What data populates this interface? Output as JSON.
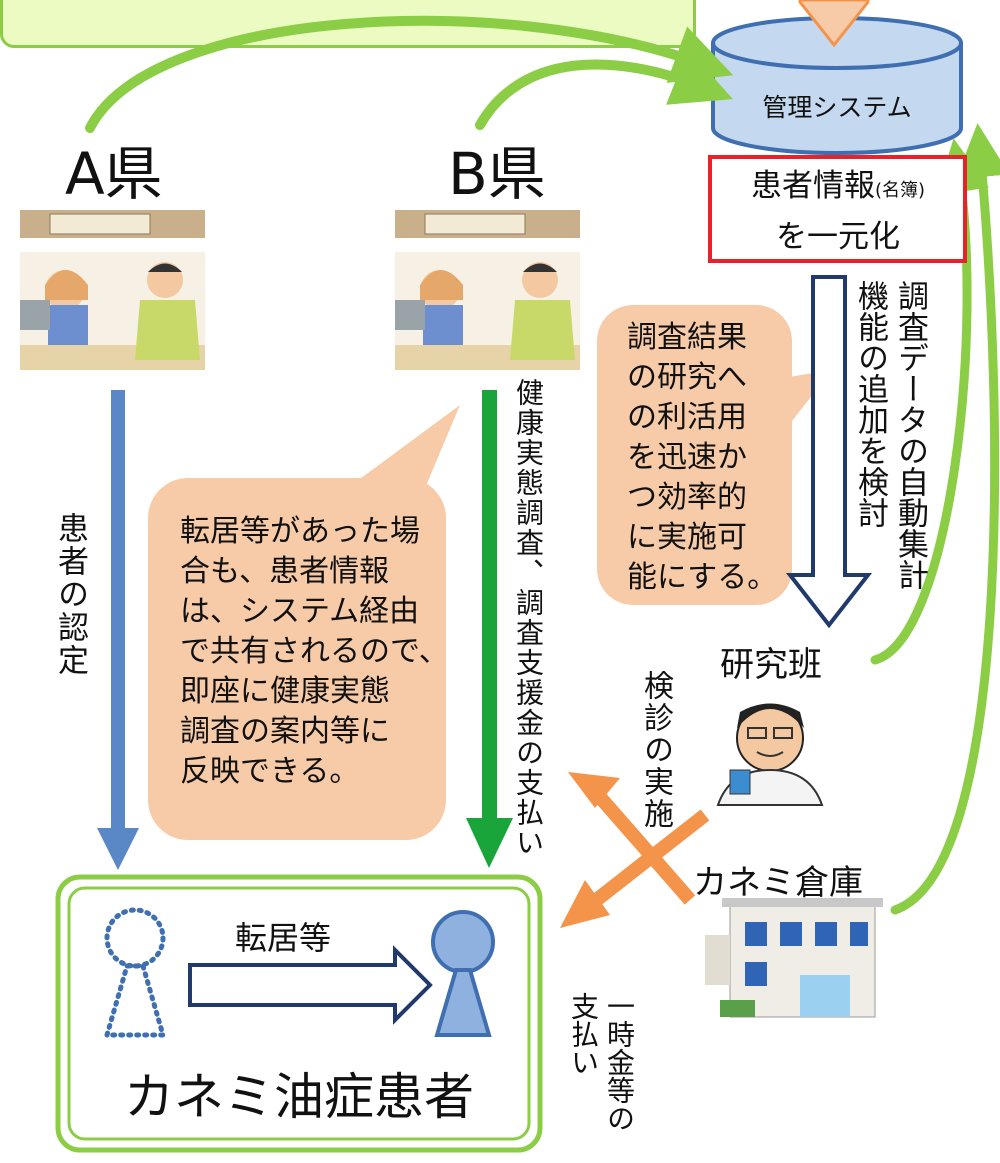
{
  "system": {
    "label": "管理システム"
  },
  "patient_info": {
    "main": "患者情報",
    "small": "(名簿)",
    "line2": "を一元化"
  },
  "prefectures": {
    "a": "A県",
    "b": "B県"
  },
  "flows": {
    "a_label": "患者の認定",
    "b_label": "健康実態調査、調査支援金の支払い",
    "system_label": "調査データの自動集計機能の追加を検討",
    "exam_label": "検診の実施",
    "payment_label": "一時金等の支払い"
  },
  "bubbles": {
    "left_lines": [
      "転居等があった場",
      "合も、患者情報",
      "は、システム経由",
      "で共有されるので、",
      "即座に健康実態",
      "調査の案内等に",
      "反映できる。"
    ],
    "right_lines": [
      "調査結果",
      "の研究へ",
      "の利活用",
      "を迅速か",
      "つ効率的",
      "に実施可",
      "能にする。"
    ]
  },
  "research": {
    "label": "研究班"
  },
  "warehouse": {
    "label": "カネミ倉庫"
  },
  "patients": {
    "move_label": "転居等",
    "title": "カネミ油症患者"
  },
  "colors": {
    "green_arrow": "#8ccd46",
    "blue_arrow": "#5a88c6",
    "dark_green_arrow": "#1aa53a",
    "navy": "#1f3a6b",
    "orange": "#f4944a",
    "bubble": "#f8cba8",
    "cylinder": "#c4d8ef",
    "red_box": "#e8222a"
  }
}
